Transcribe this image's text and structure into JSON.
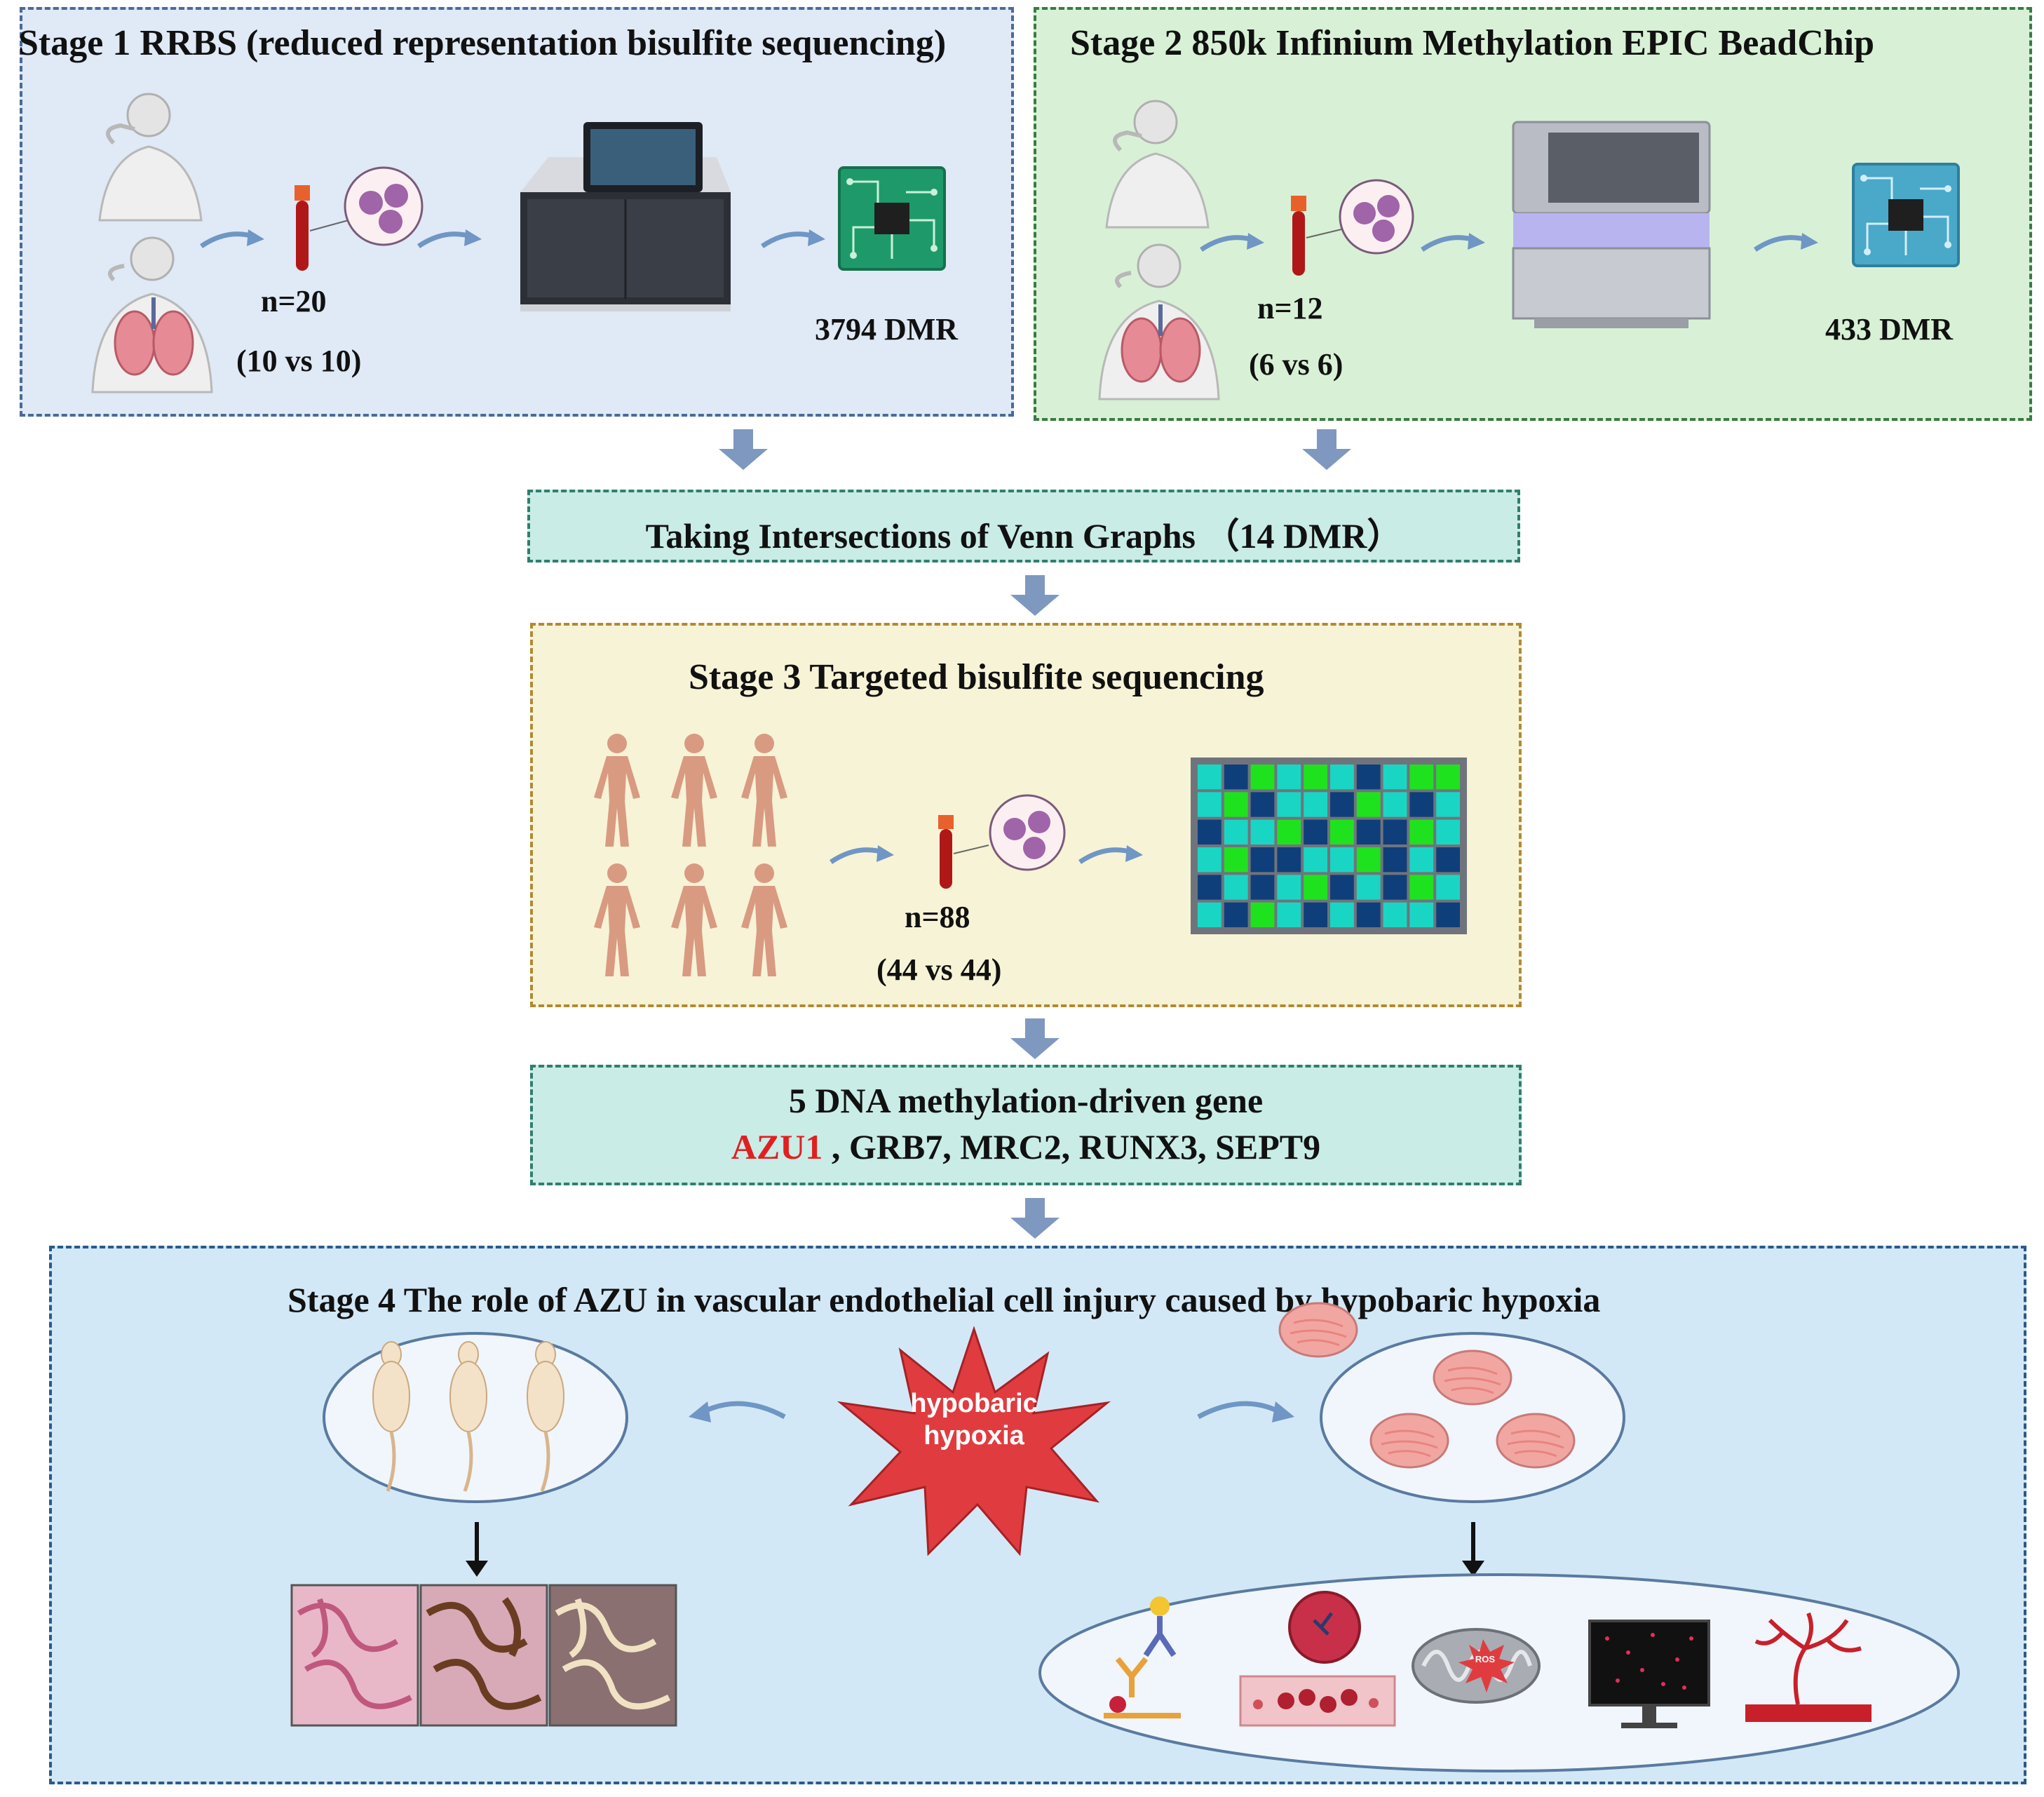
{
  "stage1": {
    "title": "Stage 1  RRBS (reduced representation bisulfite sequencing)",
    "n": "n=20",
    "groups": "(10 vs 10)",
    "dmr": "3794 DMR"
  },
  "stage2": {
    "title": "Stage 2    850k  Infinium Methylation EPIC BeadChip",
    "n": "n=12",
    "groups": "(6 vs 6)",
    "dmr": "433 DMR"
  },
  "venn": {
    "text": "Taking Intersections of Venn Graphs （14 DMR）"
  },
  "stage3": {
    "title": "Stage 3     Targeted bisulfite sequencing",
    "n": "n=88",
    "groups": "(44 vs 44)"
  },
  "genes": {
    "line1": "5 DNA methylation-driven gene",
    "highlight": "AZU1",
    "rest": " , GRB7, MRC2, RUNX3, SEPT9"
  },
  "stage4": {
    "title": "Stage 4     The role of AZU in vascular endothelial cell injury caused by hypobaric hypoxia",
    "burst_line1": "hypobaric",
    "burst_line2": "hypoxia",
    "ros": "ROS"
  },
  "colors": {
    "stage1_bg": "#e0e9f6",
    "stage1_border": "#4a6a9a",
    "stage2_bg": "#d8f1d6",
    "stage2_border": "#3a7a45",
    "teal_bg": "#c9ece6",
    "teal_border": "#2f7f6e",
    "stage3_bg": "#f7f3d6",
    "stage3_border": "#b08a33",
    "stage4_bg": "#d3e8f6",
    "stage4_border": "#2a5a8a",
    "arrow": "#7e98c0",
    "highlight": "#e02020",
    "burst": "#e03c40"
  }
}
